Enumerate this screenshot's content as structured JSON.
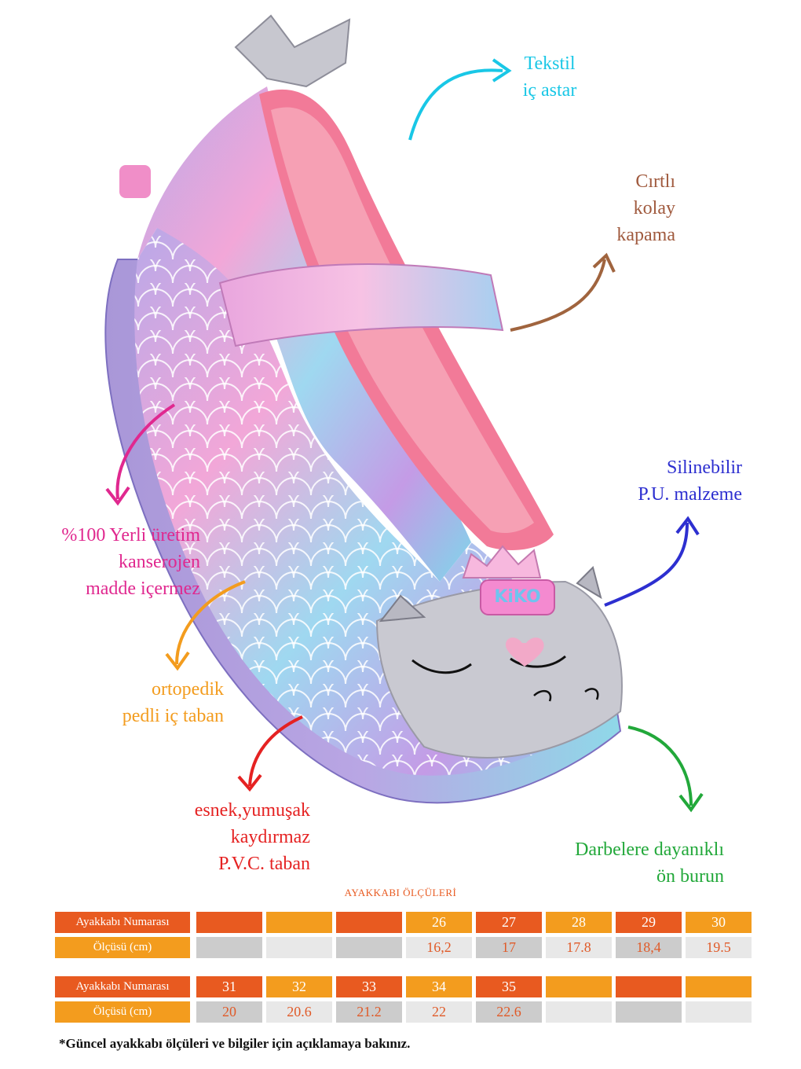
{
  "colors": {
    "cyan": "#19c7e6",
    "brown": "#a05a3e",
    "magenta": "#e0288f",
    "navy": "#2d2fd0",
    "orange": "#f39c1e",
    "red": "#e52222",
    "green": "#22a83a",
    "table_orange_dark": "#e85a20",
    "table_orange_light": "#f39c1e"
  },
  "callouts": {
    "textile": [
      "Tekstil",
      "iç astar"
    ],
    "velcro": [
      "Cırtlı",
      "kolay",
      "kapama"
    ],
    "domestic": [
      "%100 Yerli üretim",
      "kanserojen",
      "madde içermez"
    ],
    "wipeable": [
      "Silinebilir",
      "P.U. malzeme"
    ],
    "insole": [
      "ortopedik",
      "pedli iç taban"
    ],
    "sole": [
      "esnek,yumuşak",
      "kaydırmaz",
      "P.V.C. taban"
    ],
    "toe": [
      "Darbelere dayanıklı",
      "ön burun"
    ]
  },
  "size_table": {
    "title": "AYAKKABI ÖLÇÜLERİ",
    "row_labels": {
      "size": "Ayakkabı Numarası",
      "measure": "Ölçüsü (cm)"
    },
    "block1": {
      "sizes": [
        "",
        "",
        "",
        "26",
        "27",
        "28",
        "29",
        "30"
      ],
      "measures": [
        "",
        "",
        "",
        "16,2",
        "17",
        "17.8",
        "18,4",
        "19.5"
      ]
    },
    "block2": {
      "sizes": [
        "31",
        "32",
        "33",
        "34",
        "35",
        "",
        "",
        ""
      ],
      "measures": [
        "20",
        "20.6",
        "21.2",
        "22",
        "22.6",
        "",
        "",
        ""
      ]
    }
  },
  "product_badge": "KiKO",
  "footnote": "*Güncel ayakkabı ölçüleri ve bilgiler için açıklamaya bakınız."
}
